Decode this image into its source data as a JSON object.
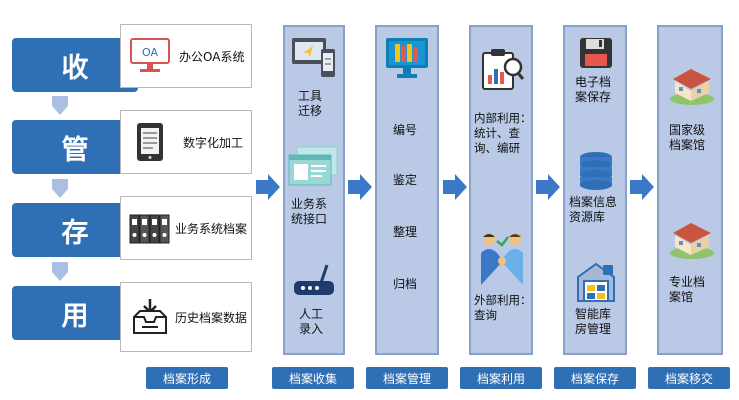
{
  "stages": [
    "收",
    "管",
    "存",
    "用"
  ],
  "sources": [
    {
      "icon": "oa-monitor-icon",
      "label": "办公OA系统",
      "icon_text": "OA"
    },
    {
      "icon": "tablet-icon",
      "label": "数字化加工"
    },
    {
      "icon": "binders-icon",
      "label": "业务系统档案"
    },
    {
      "icon": "archive-box-icon",
      "label": "历史档案数据"
    }
  ],
  "collect": {
    "items": [
      {
        "icon": "devices-icon",
        "label": "工具\n迁移"
      },
      {
        "icon": "browser-windows-icon",
        "label": "业务系\n统接口"
      },
      {
        "icon": "router-icon",
        "label": "人工\n录入"
      }
    ]
  },
  "manage": {
    "icon": "monitor-books-icon",
    "items": [
      "编号",
      "鉴定",
      "整理",
      "归档"
    ]
  },
  "use": {
    "internal": {
      "icon": "clipboard-chart-icon",
      "label": "内部利用：\n统计、查\n询、编研"
    },
    "external": {
      "icon": "handshake-icon",
      "label": "外部利用：\n查询"
    }
  },
  "store": {
    "items": [
      {
        "icon": "floppy-disk-icon",
        "label": "电子档\n案保存"
      },
      {
        "icon": "database-icon",
        "label": "档案信息\n资源库"
      },
      {
        "icon": "smart-warehouse-icon",
        "label": "智能库\n房管理"
      }
    ]
  },
  "transfer": {
    "items": [
      {
        "icon": "building-icon",
        "label": "国家级\n档案馆"
      },
      {
        "icon": "building-icon",
        "label": "专业档\n案馆"
      }
    ]
  },
  "footer": [
    "档案形成",
    "档案收集",
    "档案管理",
    "档案利用",
    "档案保存",
    "档案移交"
  ],
  "colors": {
    "stage": "#2f6fb6",
    "column": "#b9c9e6",
    "arrow": "#3c78c8"
  }
}
